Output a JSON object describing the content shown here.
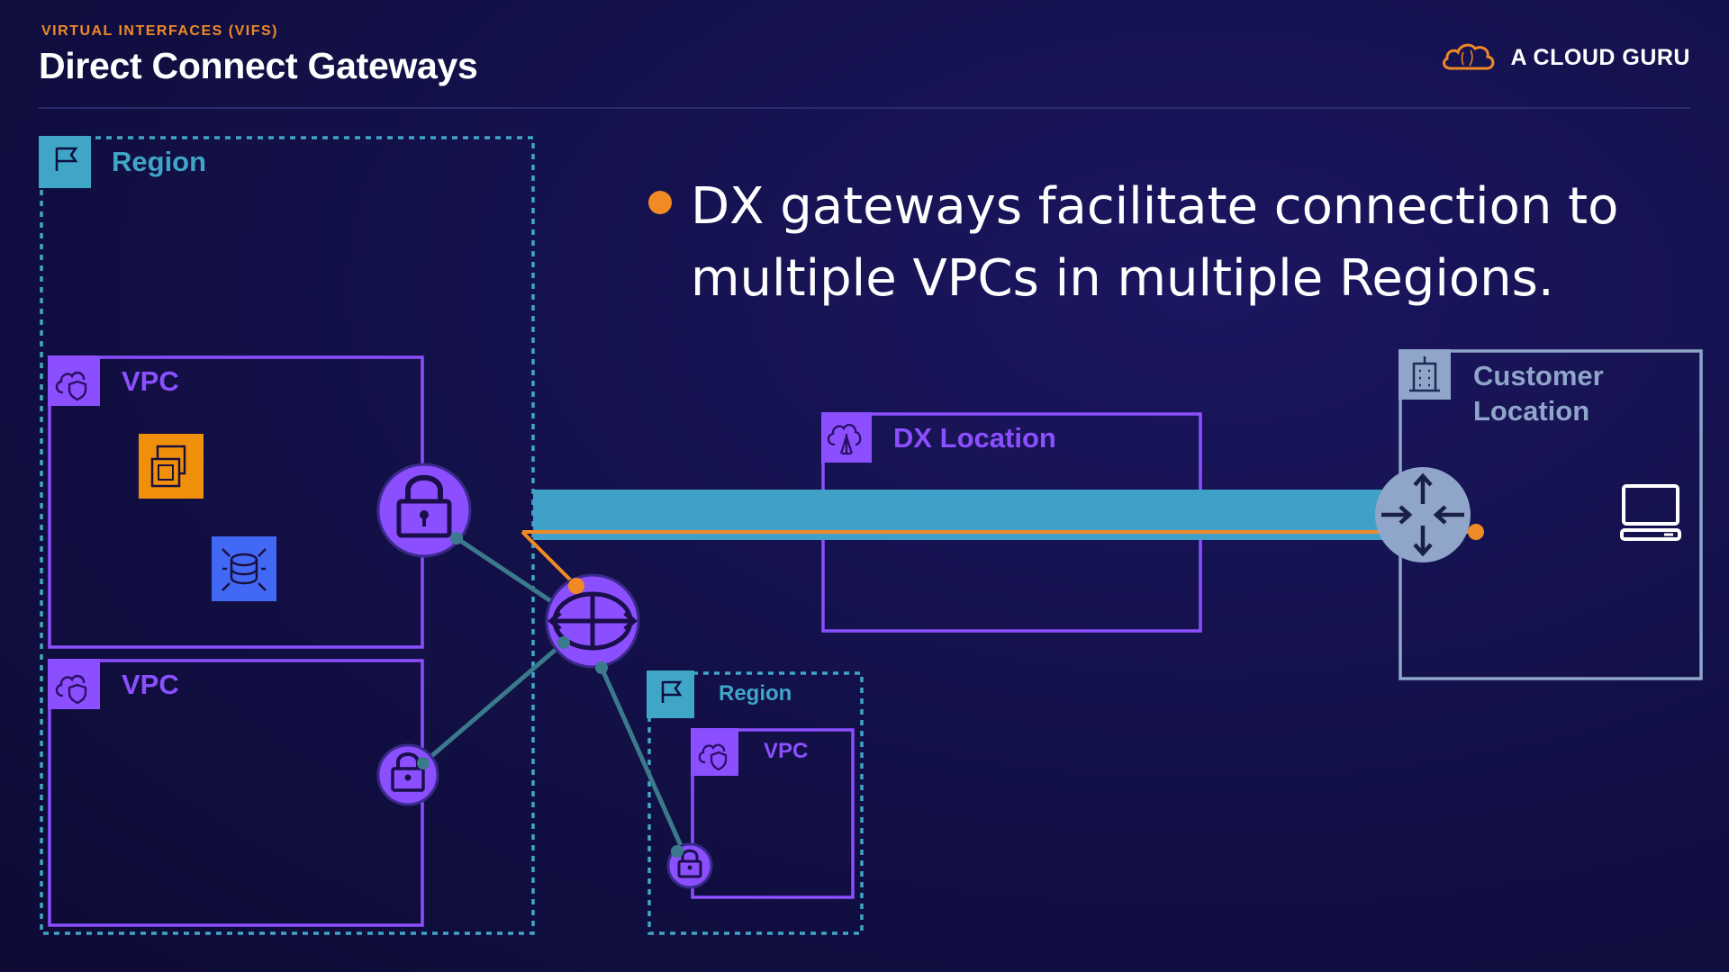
{
  "header": {
    "section_label": "VIRTUAL INTERFACES (VIFS)",
    "title": "Direct Connect Gateways",
    "brand": "A CLOUD GURU"
  },
  "bullet": {
    "text": "DX gateways facilitate connection to multiple VPCs in multiple Regions."
  },
  "diagram": {
    "region_main": {
      "label": "Region",
      "icon": "flag-icon"
    },
    "vpc_top": {
      "label": "VPC",
      "icon": "cloud-shield-icon"
    },
    "vpc_bottom": {
      "label": "VPC",
      "icon": "cloud-shield-icon"
    },
    "region_small": {
      "label": "Region",
      "icon": "flag-icon"
    },
    "vpc_small": {
      "label": "VPC",
      "icon": "cloud-shield-icon"
    },
    "dx_location": {
      "label": "DX Location",
      "icon": "tower-icon"
    },
    "customer_location": {
      "label_line1": "Customer",
      "label_line2": "Location",
      "icon": "building-icon"
    },
    "colors": {
      "region": "#3fa6c7",
      "vpc": "#8c4fff",
      "customer": "#8fa5c9",
      "connection": "#3fa0c8",
      "orange": "#f08a24",
      "link": "#3a7a8c",
      "ec2": "#f0900a",
      "rds": "#4169f5"
    }
  }
}
